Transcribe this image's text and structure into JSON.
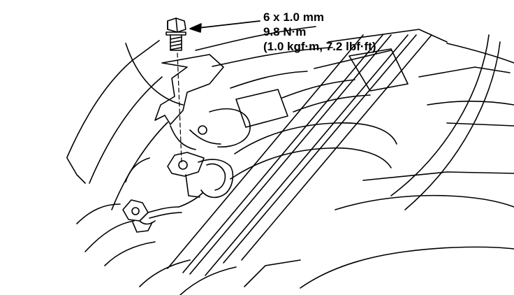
{
  "spec": {
    "bolt_size": "6 x 1.0 mm",
    "torque_nm": "9.8 N·m",
    "torque_alt": "(1.0 kgf·m, 7.2 lbf·ft)"
  }
}
